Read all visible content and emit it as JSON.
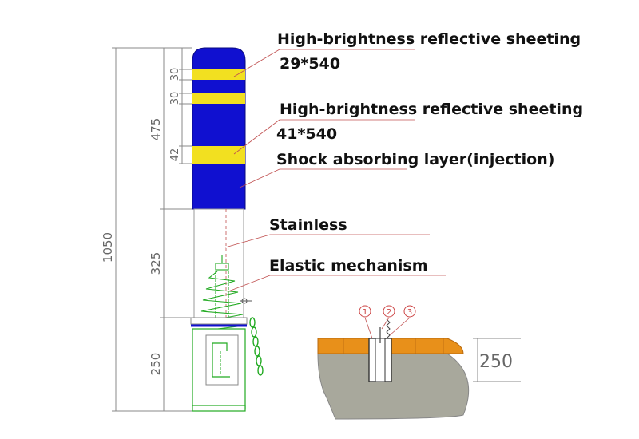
{
  "callouts": {
    "sheeting_top_title": "High-brightness reflective sheeting",
    "sheeting_top_size": "29*540",
    "sheeting_mid_title": "High-brightness reflective sheeting",
    "sheeting_mid_size": "41*540",
    "shock_layer": "Shock absorbing layer(injection)",
    "stainless": "Stainless",
    "elastic": "Elastic mechanism"
  },
  "dimensions": {
    "total_height": "1050",
    "upper_body": "475",
    "middle_body": "325",
    "base": "250",
    "band_1": "30",
    "band_2": "30",
    "band_3": "42",
    "foundation_depth": "250"
  },
  "markers": {
    "m1": "1",
    "m2": "2",
    "m3": "3"
  },
  "colors": {
    "body": "#1010d0",
    "band": "#f2e020",
    "spring": "#22aa22",
    "pavement": "#e8901a",
    "ground": "#a8a89c",
    "leader": "#c05050",
    "dimension": "#777777"
  }
}
